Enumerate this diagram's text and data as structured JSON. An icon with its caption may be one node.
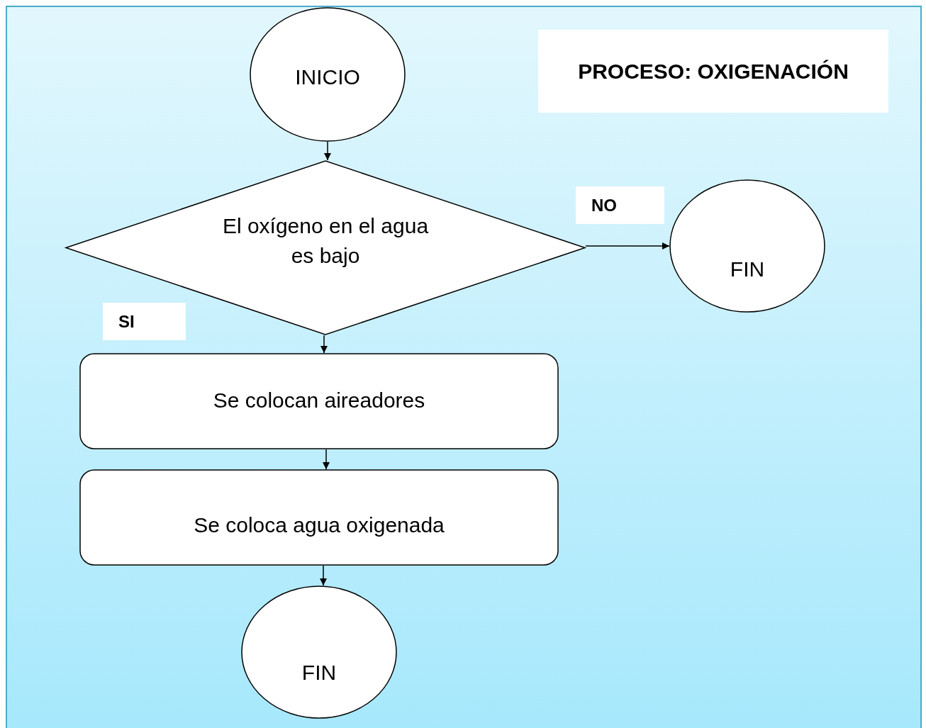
{
  "diagram": {
    "title": "PROCESO: OXIGENACIÓN",
    "nodes": [
      {
        "text": [
          "INICIO"
        ]
      },
      {
        "text": [
          "El oxígeno en el agua es bajo"
        ]
      },
      {
        "text": [
          "FIN"
        ]
      },
      {
        "text": [
          "Se colocan aireadores"
        ]
      },
      {
        "text": [
          "Se coloca agua oxigenada"
        ]
      },
      {
        "text": [
          "FIN"
        ]
      }
    ],
    "edges": [
      {
        "from": 0,
        "to": 1,
        "arrow": "to"
      },
      {
        "from": 1,
        "to": 2,
        "arrow": "to",
        "label": "NO"
      },
      {
        "from": 1,
        "to": 3,
        "arrow": "to"
      },
      {
        "from": 3,
        "to": 4,
        "arrow": "to"
      },
      {
        "from": 4,
        "to": 5,
        "arrow": "to"
      }
    ],
    "labels": [
      "SI"
    ]
  }
}
